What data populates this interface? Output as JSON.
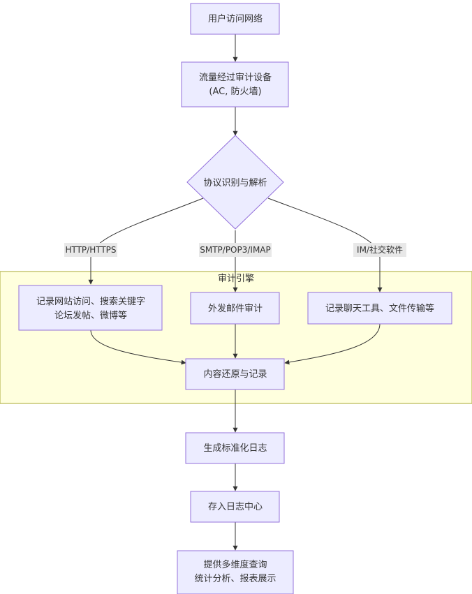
{
  "diagram": {
    "cluster": {
      "label": "审计引擎"
    },
    "nodes": {
      "user_access": [
        "用户访问网络"
      ],
      "audit_device": [
        "流量经过审计设备",
        "(AC, 防火墙)"
      ],
      "protocol": [
        "协议识别与解析"
      ],
      "web_record": [
        "记录网站访问、搜索关键字",
        "论坛发帖、微博等"
      ],
      "mail_audit": [
        "外发邮件审计"
      ],
      "im_record": [
        "记录聊天工具、文件传输等"
      ],
      "restore": [
        "内容还原与记录"
      ],
      "standard_log": [
        "生成标准化日志"
      ],
      "log_center": [
        "存入日志中心"
      ],
      "query": [
        "提供多维度查询",
        "统计分析、报表展示"
      ]
    },
    "edges": {
      "http": "HTTP/HTTPS",
      "mail": "SMTP/POP3/IMAP",
      "im": "IM/社交软件"
    }
  },
  "colors": {
    "node_fill": "#ECECFF",
    "node_stroke": "#9370DB",
    "cluster_fill": "#FFFFDE",
    "cluster_stroke": "#AAAA33",
    "edge": "#333333",
    "edge_label_bg": "#E8E8E8"
  }
}
